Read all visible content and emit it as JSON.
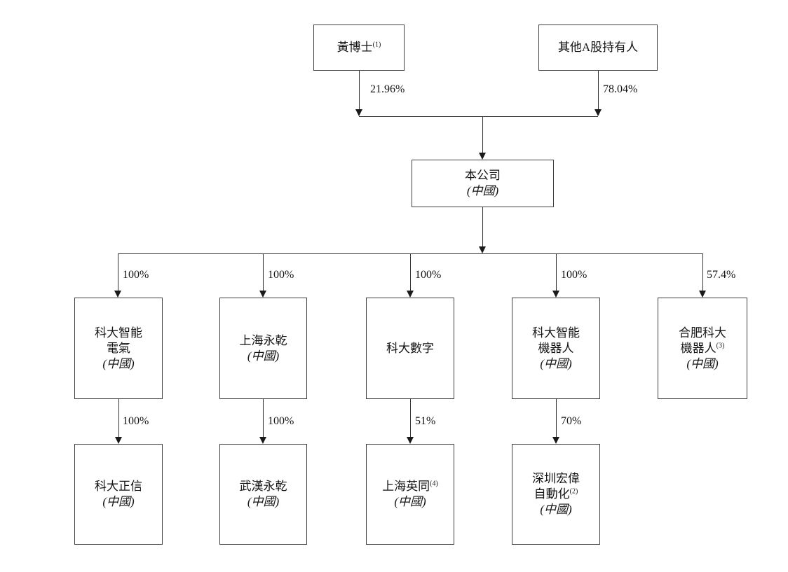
{
  "diagram": {
    "title": "corporate-shareholding-structure",
    "colors": {
      "line": "#333333",
      "border": "#3f3f3f",
      "text": "#141414",
      "background": "#ffffff"
    },
    "shareholders": [
      {
        "name": "黃博士",
        "sup": "(1)",
        "ownership": "21.96%"
      },
      {
        "name": "其他A股持有人",
        "ownership": "78.04%"
      }
    ],
    "company": {
      "name": "本公司",
      "jurisdiction": "(中國)"
    },
    "tier1": [
      {
        "line1": "科大智能",
        "line2": "電氣",
        "jurisdiction": "(中國)",
        "ownership": "100%"
      },
      {
        "line1": "上海永乾",
        "jurisdiction": "(中國)",
        "ownership": "100%"
      },
      {
        "line1": "科大數字",
        "ownership": "100%"
      },
      {
        "line1": "科大智能",
        "line2": "機器人",
        "jurisdiction": "(中國)",
        "ownership": "100%"
      },
      {
        "line1": "合肥科大",
        "line2": "機器人",
        "sup": "(3)",
        "jurisdiction": "(中國)",
        "ownership": "57.4%"
      }
    ],
    "tier2": [
      {
        "line1": "科大正信",
        "jurisdiction": "(中國)",
        "ownership": "100%"
      },
      {
        "line1": "武漢永乾",
        "jurisdiction": "(中國)",
        "ownership": "100%"
      },
      {
        "line1": "上海英同",
        "sup": "(4)",
        "jurisdiction": "(中國)",
        "ownership": "51%"
      },
      {
        "line1": "深圳宏偉",
        "line2": "自動化",
        "sup": "(2)",
        "jurisdiction": "(中國)",
        "ownership": "70%"
      }
    ]
  }
}
